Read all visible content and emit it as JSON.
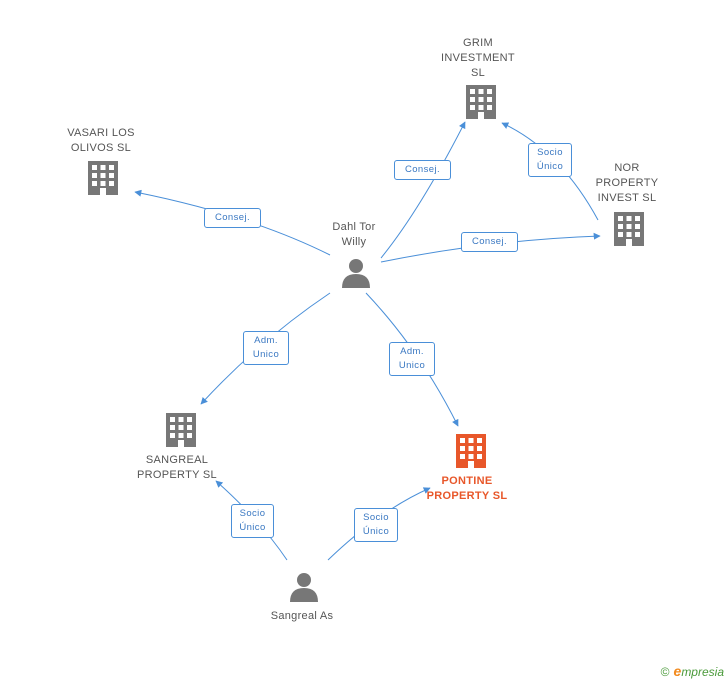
{
  "nodes": {
    "grim": {
      "label": "GRIM\nINVESTMENT\nSL",
      "icon": "building-icon",
      "color": "#777777"
    },
    "vasari": {
      "label": "VASARI LOS\nOLIVOS SL",
      "icon": "building-icon",
      "color": "#777777"
    },
    "nor": {
      "label": "NOR\nPROPERTY\nINVEST SL",
      "icon": "building-icon",
      "color": "#777777"
    },
    "dahl": {
      "label": "Dahl Tor\nWilly",
      "icon": "person-icon",
      "color": "#777777"
    },
    "sangreal_prop": {
      "label": "SANGREAL\nPROPERTY SL",
      "icon": "building-icon",
      "color": "#777777"
    },
    "pontine": {
      "label": "PONTINE\nPROPERTY SL",
      "icon": "building-icon",
      "color": "#e8572a"
    },
    "sangreal_as": {
      "label": "Sangreal As",
      "icon": "person-icon",
      "color": "#777777"
    }
  },
  "edges": {
    "dahl_grim": "Consej.",
    "dahl_vasari": "Consej.",
    "dahl_nor": "Consej.",
    "nor_grim": "Socio\nÚnico",
    "dahl_sangreal_prop": "Adm.\nUnico",
    "dahl_pontine": "Adm.\nUnico",
    "sangreal_as_sangreal_prop": "Socio\nÚnico",
    "sangreal_as_pontine": "Socio\nÚnico"
  },
  "colors": {
    "edge": "#4a8fd8",
    "node": "#777777",
    "highlight": "#e8572a"
  },
  "footer": {
    "copyright": "©",
    "brand_initial": "e",
    "brand_rest": "mpresia"
  }
}
